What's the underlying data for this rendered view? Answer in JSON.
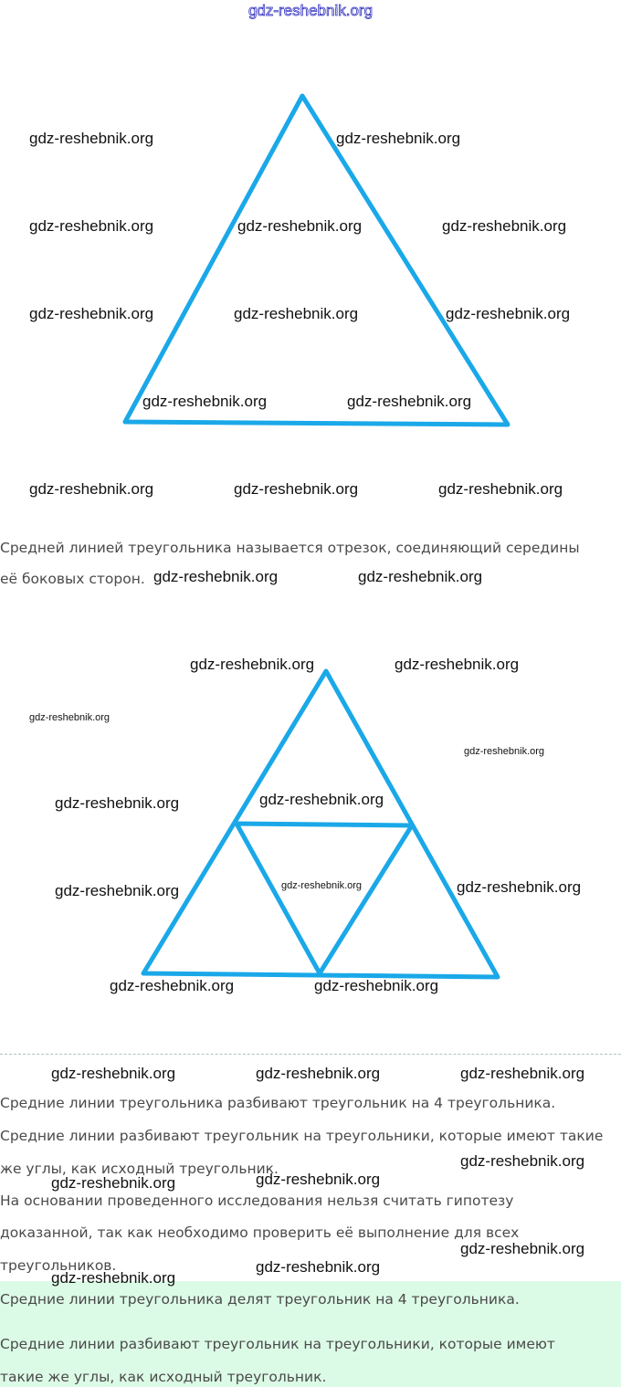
{
  "header": {
    "site": "gdz-reshebnik.org"
  },
  "watermark": "gdz-reshebnik.org",
  "definition": {
    "line1": "Средней линией треугольника называется отрезок, соединяющий середины",
    "line2": "её боковых сторон."
  },
  "observations": [
    "Средние линии треугольника разбивают треугольник на 4 треугольника.",
    "Средние линии разбивают треугольник на треугольники, которые имеют такие",
    "же углы, как исходный треугольник.",
    "На основании проведенного исследования нельзя считать гипотезу",
    "доказанной, так как необходимо проверить её выполнение для всех",
    "треугольников."
  ],
  "conclusion": [
    "Средние линии треугольника делят треугольник на 4 треугольника.",
    "Средние линии разбивают треугольник на треугольники, которые имеют",
    "такие же углы, как исходный треугольник."
  ],
  "colors": {
    "triangle": "#1aa8e8",
    "text": "#4a4a4a",
    "conclusion_bg": "#dcfbe6"
  }
}
